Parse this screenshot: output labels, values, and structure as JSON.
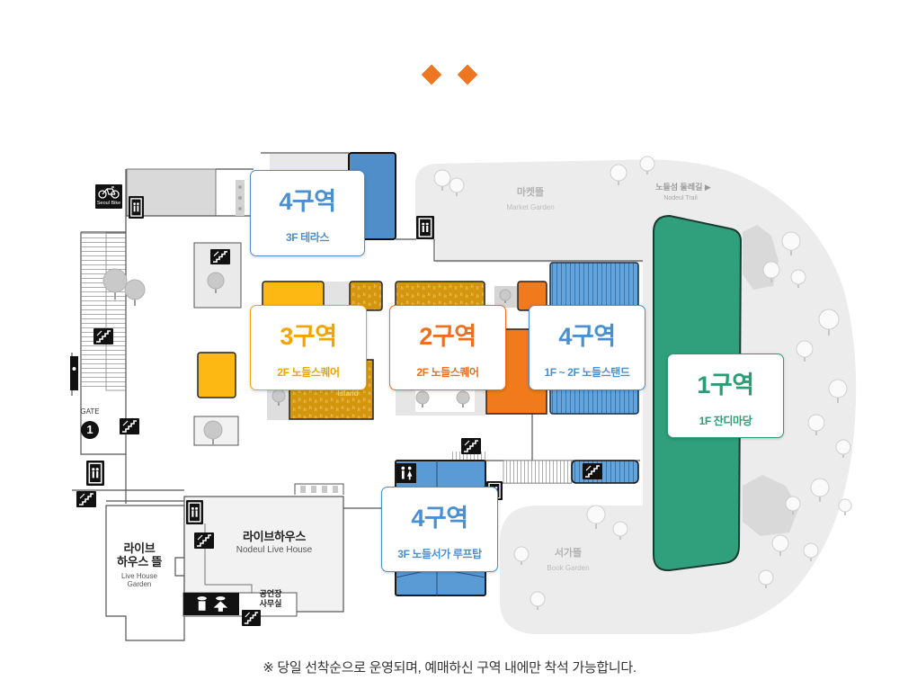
{
  "decoration": {
    "icon": "diamond-icon",
    "color": "#ee7623"
  },
  "zones": [
    {
      "title": "4구역",
      "subtitle": "3F 테라스",
      "color": "#4a8fd0"
    },
    {
      "title": "3구역",
      "subtitle": "2F 노들스퀘어",
      "color": "#f4a300"
    },
    {
      "title": "2구역",
      "subtitle": "2F 노들스퀘어",
      "color": "#ee6f1c"
    },
    {
      "title": "4구역",
      "subtitle": "1F ~ 2F 노들스탠드",
      "color": "#4a8fd0"
    },
    {
      "title": "1구역",
      "subtitle": "1F 잔디마당",
      "color": "#2a9d74"
    },
    {
      "title": "4구역",
      "subtitle": "3F 노들서가 루프탑",
      "color": "#4a8fd0"
    }
  ],
  "places": {
    "seoul_bike": "Seoul Bike",
    "market_garden": {
      "name": "마켓뜰",
      "name_en": "Market Garden"
    },
    "trail": {
      "name": "노들섬 둘레길 ▶",
      "name_en": "Nodeul Trail"
    },
    "island": "Island",
    "gate": {
      "label": "GATE",
      "number": "1"
    },
    "live_house": {
      "name": "라이브하우스",
      "name_en": "Nodeul Live House"
    },
    "live_house_garden": {
      "name_line1": "라이브",
      "name_line2": "하우스 뜰",
      "name_en_line1": "Live House",
      "name_en_line2": "Garden"
    },
    "office": {
      "line1": "공연장",
      "line2": "사무실"
    },
    "book_garden": {
      "name": "서가뜰",
      "name_en": "Book Garden"
    }
  },
  "icons": [
    "diamond-icon",
    "bicycle-icon",
    "stairs-icon",
    "elevator-icon",
    "restroom-icon",
    "gate-icon",
    "tree-icon"
  ],
  "map_colors": {
    "garden_grey": "#ececec",
    "zone_blue": "#5b9bd5",
    "zone_yellow": "#fdb813",
    "zone_gold": "#d4960f",
    "zone_orange": "#f07a1c",
    "zone_green": "#2fa07b"
  },
  "note": "※ 당일 선착순으로 운영되며, 예매하신 구역 내에만 착석 가능합니다."
}
